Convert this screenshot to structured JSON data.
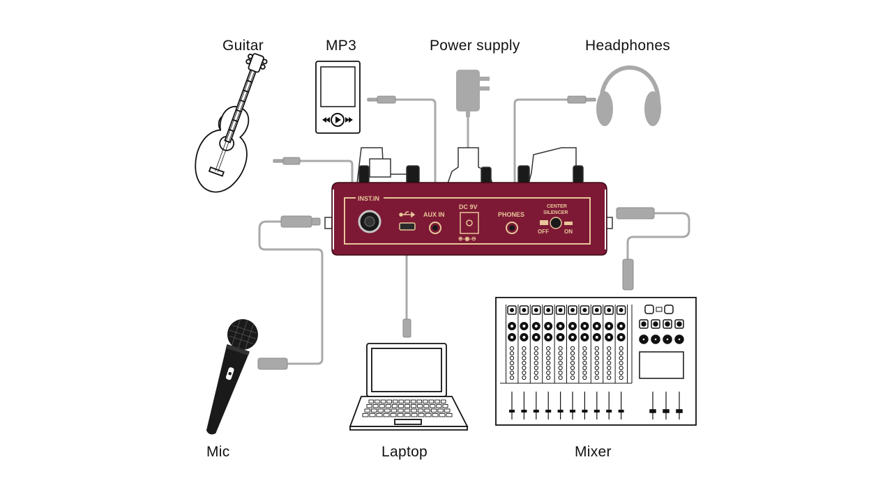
{
  "labels": {
    "guitar": "Guitar",
    "mp3": "MP3",
    "power_supply": "Power supply",
    "headphones": "Headphones",
    "mic": "Mic",
    "laptop": "Laptop",
    "mixer": "Mixer"
  },
  "panel": {
    "inst_in": "INST.IN",
    "aux_in": "AUX IN",
    "dc_9v": "DC 9V",
    "phones": "PHONES",
    "center_silencer_1": "CENTER",
    "center_silencer_2": "SILENCER",
    "off": "OFF",
    "on": "ON",
    "polarity": "⊕-◉-⊖"
  },
  "colors": {
    "pedal_body": "#7d1935",
    "panel_trim": "#e9c79a",
    "cable": "#a9a9a9",
    "device_dark": "#1a1a1a"
  },
  "icons": [
    "guitar-icon",
    "mp3-player-icon",
    "power-adapter-icon",
    "headphones-icon",
    "microphone-icon",
    "laptop-icon",
    "mixer-icon",
    "usb-icon"
  ]
}
